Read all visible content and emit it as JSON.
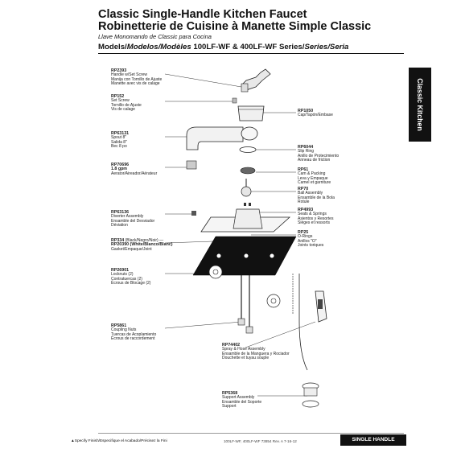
{
  "header": {
    "title_en": "Classic Single-Handle Kitchen Faucet",
    "title_fr": "Robinetterie de Cuisine à Manette Simple Classic",
    "title_es": "Llave Monomando de Classic para Cocina",
    "models_prefix": "Models/",
    "models_es": "Modelos/",
    "models_fr": "Modèles",
    "models_numbers": " 100LF-WF & 400LF-WF Series/",
    "series_es": "Series/",
    "series_fr": "Seria"
  },
  "side_tab": "Classic Kitchen",
  "parts": [
    {
      "code": "RP2393",
      "lines": [
        "Handle w/Set Screw",
        "Manija con Tornillo de Ajuste",
        "Manette avec vis de calage"
      ]
    },
    {
      "code": "RP152",
      "lines": [
        "Set Screw",
        "Tornillo de Ajuste",
        "Vis de calage"
      ]
    },
    {
      "code": "RP1050",
      "lines": [
        "Cap/Tapón/Embase"
      ]
    },
    {
      "code": "RP63131",
      "lines": [
        "Spout 8\"",
        "Salida 8\"",
        "Bec 8 po"
      ]
    },
    {
      "code": "RP6044",
      "lines": [
        "Slip Ring",
        "Anillo de Protecimiento",
        "Anneau de friction"
      ]
    },
    {
      "code": "RP70696",
      "lines": [
        "1.8 gpm",
        "Aerator/Aireador/Aérateur"
      ]
    },
    {
      "code": "RP61",
      "lines": [
        "Cam & Packing",
        "Leva y Empaque",
        "Camel et garniture"
      ]
    },
    {
      "code": "RP70",
      "lines": [
        "Ball Assembly",
        "Ensamble de la Bola",
        "Rotule"
      ]
    },
    {
      "code": "RP63136",
      "lines": [
        "Diverter Assembly",
        "Ensamble del Desviador",
        "Déviation"
      ]
    },
    {
      "code": "RP4993",
      "lines": [
        "Seats & Springs",
        "Asientos y Resortes",
        "Sièges et ressorts"
      ]
    },
    {
      "code": "RP25",
      "lines": [
        "O-Rings",
        "Anillos \"O\"",
        "Joints toriques"
      ]
    },
    {
      "code": "RP334",
      "lines": [
        "(Black/Negro/Noir) —",
        "RP20390 (White/Blanco/Blanc)",
        "Gasket/Empaque/Joint"
      ]
    },
    {
      "code": "RP26901",
      "lines": [
        "Locknuts (2)",
        "Contratuercas (2)",
        "Écrous de Blocage (2)"
      ]
    },
    {
      "code": "RP5861",
      "lines": [
        "Coupling Nuts",
        "Tuercas de Acoplamiento",
        "Écrous de raccordement"
      ]
    },
    {
      "code": "RP74402",
      "lines": [
        "Spray & Hose Assembly",
        "Ensamble de la Manguera y Rociador",
        "Douchette et tuyau souple"
      ]
    },
    {
      "code": "RP5368",
      "lines": [
        "Support Assembly",
        "Ensamble del Soporte",
        "Support"
      ]
    }
  ],
  "footer": {
    "note": "▲Specify Finish/Especifique el Acabado/Précisez la Fini",
    "code": "100LF-WF, 400LF-WF        73854  Rev. A       7-16-12",
    "tab": "SINGLE HANDLE"
  }
}
